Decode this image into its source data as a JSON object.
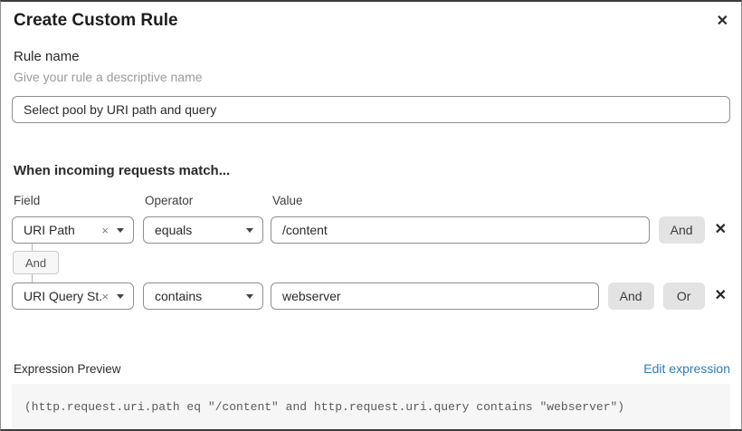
{
  "modal": {
    "title": "Create Custom Rule",
    "close_icon": "✕"
  },
  "rule_name": {
    "label": "Rule name",
    "description": "Give your rule a descriptive name",
    "value": "Select pool by URI path and query"
  },
  "match": {
    "heading": "When incoming requests match...",
    "columns": {
      "field": "Field",
      "operator": "Operator",
      "value": "Value"
    },
    "connector": "And",
    "rows": [
      {
        "field": "URI Path",
        "operator": "equals",
        "value": "/content",
        "and_label": "And",
        "clear_icon": "×",
        "remove_icon": "✕"
      },
      {
        "field": "URI Query St...",
        "operator": "contains",
        "value": "webserver",
        "and_label": "And",
        "or_label": "Or",
        "clear_icon": "×",
        "remove_icon": "✕"
      }
    ]
  },
  "expression": {
    "label": "Expression Preview",
    "edit_link": "Edit expression",
    "code": "(http.request.uri.path eq \"/content\" and http.request.uri.query contains \"webserver\")"
  },
  "colors": {
    "link_blue": "#2e7cb8",
    "button_gray": "#e3e3e3",
    "input_border": "#8f8f8f",
    "code_background": "#f6f6f6"
  }
}
